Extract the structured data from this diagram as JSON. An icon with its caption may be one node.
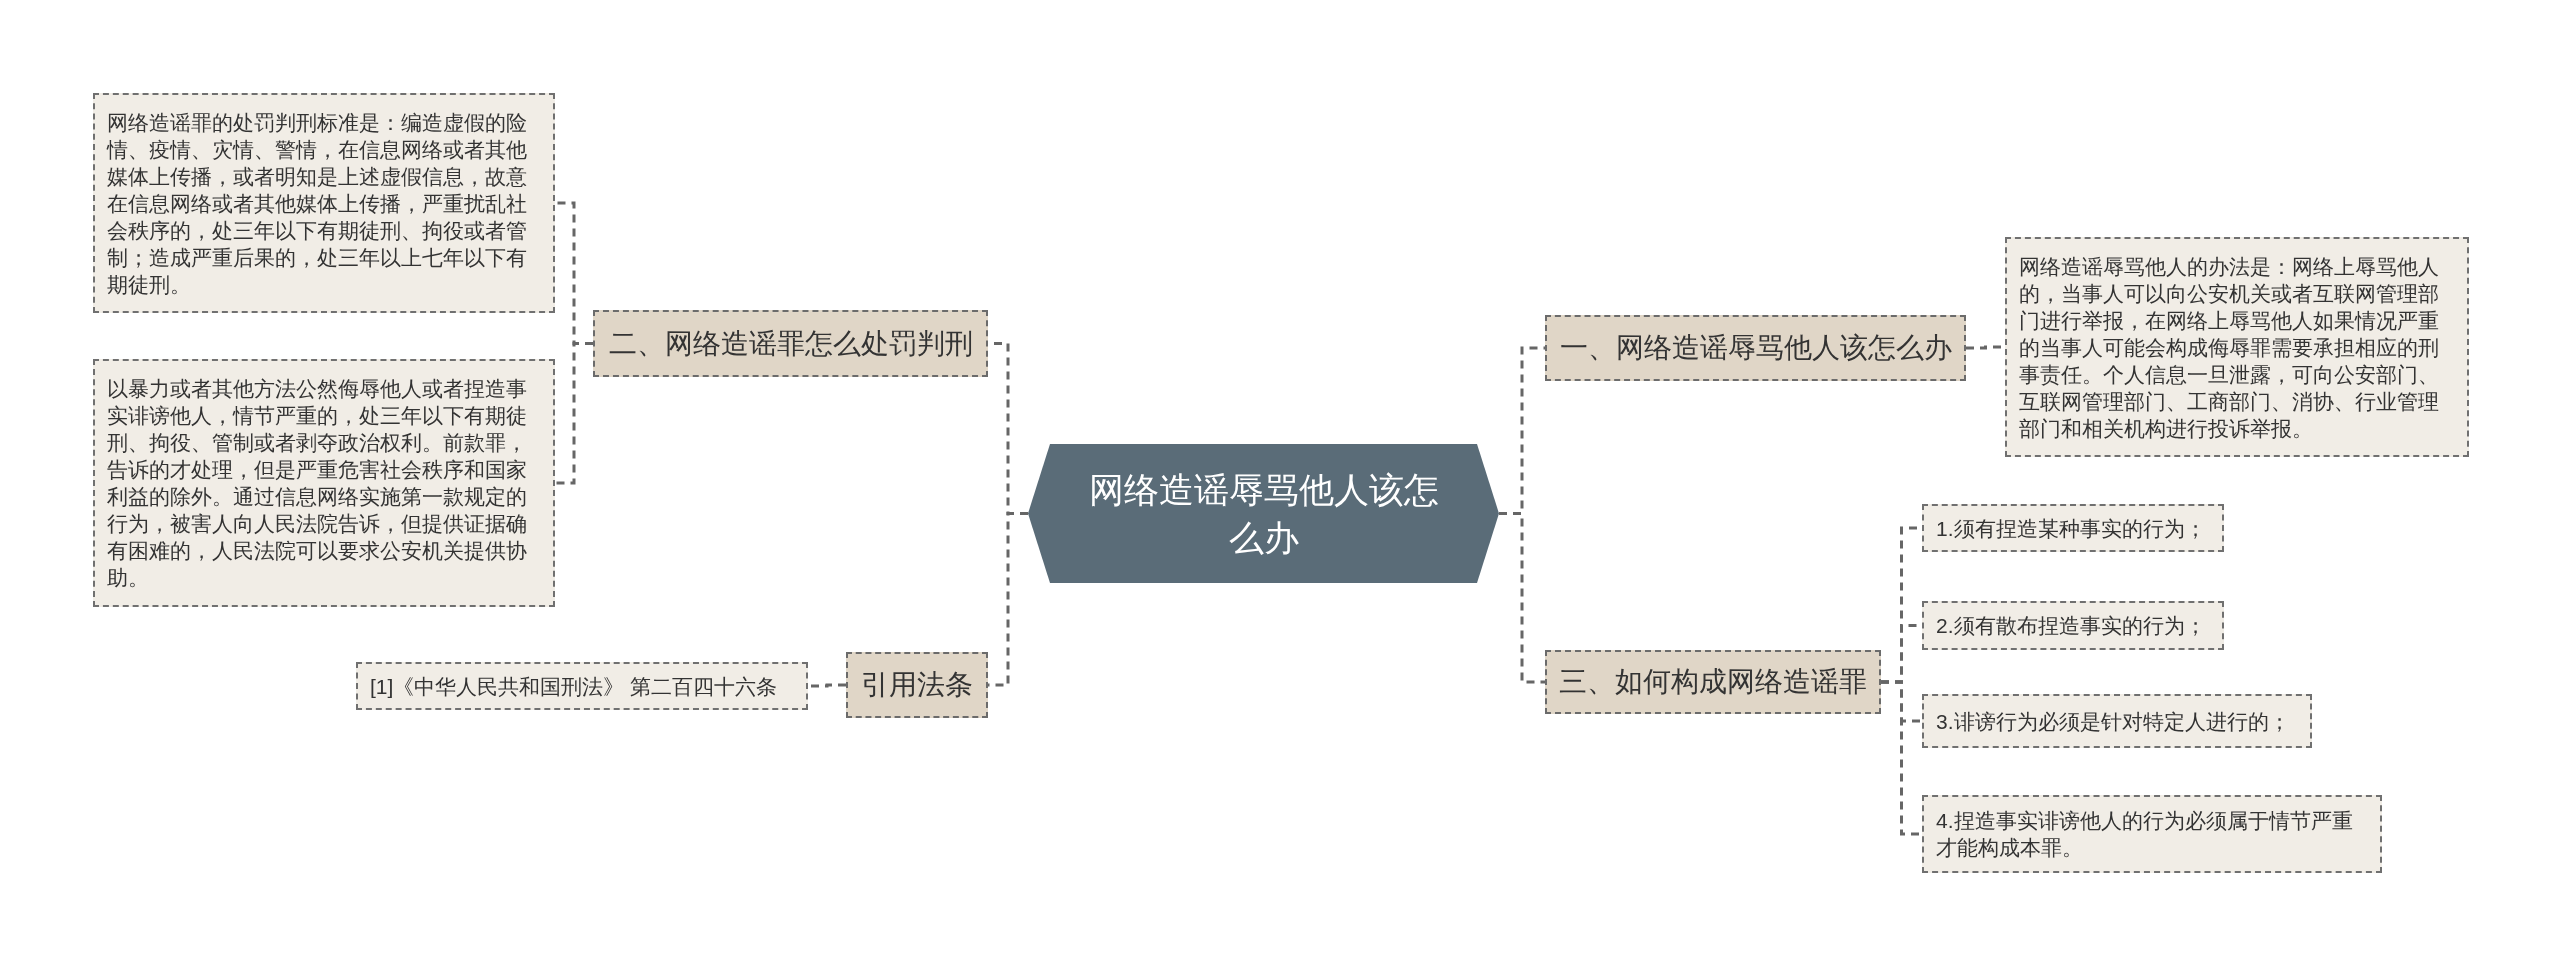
{
  "diagram": {
    "nodes": [
      {
        "text": [
          "网络造谣辱骂他人该怎么办"
        ]
      },
      {
        "text": [
          "一、网络造谣辱骂他人该怎么办"
        ]
      },
      {
        "text": [
          "网络造谣辱骂他人的办法是：网络上辱骂他人的，当事人可以向公安机关或者互联网管理部门进行举报，在网络上辱骂他人如果情况严重的当事人可能会构成侮辱罪需要承担相应的刑事责任。个人信息一旦泄露，可向公安部门、互联网管理部门、工商部门、消协、行业管理部门和相关机构进行投诉举报。"
        ]
      },
      {
        "text": [
          "三、如何构成网络造谣罪"
        ]
      },
      {
        "text": [
          "1.须有捏造某种事实的行为；"
        ]
      },
      {
        "text": [
          "2.须有散布捏造事实的行为；"
        ]
      },
      {
        "text": [
          "3.诽谤行为必须是针对特定人进行的；"
        ]
      },
      {
        "text": [
          "4.捏造事实诽谤他人的行为必须属于情节严重才能构成本罪。"
        ]
      },
      {
        "text": [
          "二、网络造谣罪怎么处罚判刑"
        ]
      },
      {
        "text": [
          "网络造谣罪的处罚判刑标准是：编造虚假的险情、疫情、灾情、警情，在信息网络或者其他媒体上传播，或者明知是上述虚假信息，故意在信息网络或者其他媒体上传播，严重扰乱社会秩序的，处三年以下有期徒刑、拘役或者管制；造成严重后果的，处三年以上七年以下有期徒刑。"
        ]
      },
      {
        "text": [
          "以暴力或者其他方法公然侮辱他人或者捏造事实诽谤他人，情节严重的，处三年以下有期徒刑、拘役、管制或者剥夺政治权利。前款罪，告诉的才处理，但是严重危害社会秩序和国家利益的除外。通过信息网络实施第一款规定的行为，被害人向人民法院告诉，但提供证据确有困难的，人民法院可以要求公安机关提供协助。"
        ]
      },
      {
        "text": [
          "引用法条"
        ]
      },
      {
        "text": [
          "[1]《中华人民共和国刑法》 第二百四十六条"
        ]
      }
    ],
    "edges": [
      {
        "from": 0,
        "to": 1,
        "arrow": "none",
        "style": "dashed"
      },
      {
        "from": 1,
        "to": 2,
        "arrow": "none",
        "style": "dashed"
      },
      {
        "from": 0,
        "to": 3,
        "arrow": "none",
        "style": "dashed"
      },
      {
        "from": 3,
        "to": 4,
        "arrow": "none",
        "style": "dashed"
      },
      {
        "from": 3,
        "to": 5,
        "arrow": "none",
        "style": "dashed"
      },
      {
        "from": 3,
        "to": 6,
        "arrow": "none",
        "style": "dashed"
      },
      {
        "from": 3,
        "to": 7,
        "arrow": "none",
        "style": "dashed"
      },
      {
        "from": 0,
        "to": 8,
        "arrow": "none",
        "style": "dashed"
      },
      {
        "from": 8,
        "to": 9,
        "arrow": "none",
        "style": "dashed"
      },
      {
        "from": 8,
        "to": 10,
        "arrow": "none",
        "style": "dashed"
      },
      {
        "from": 0,
        "to": 11,
        "arrow": "none",
        "style": "dashed"
      },
      {
        "from": 11,
        "to": 12,
        "arrow": "none",
        "style": "dashed"
      }
    ]
  }
}
